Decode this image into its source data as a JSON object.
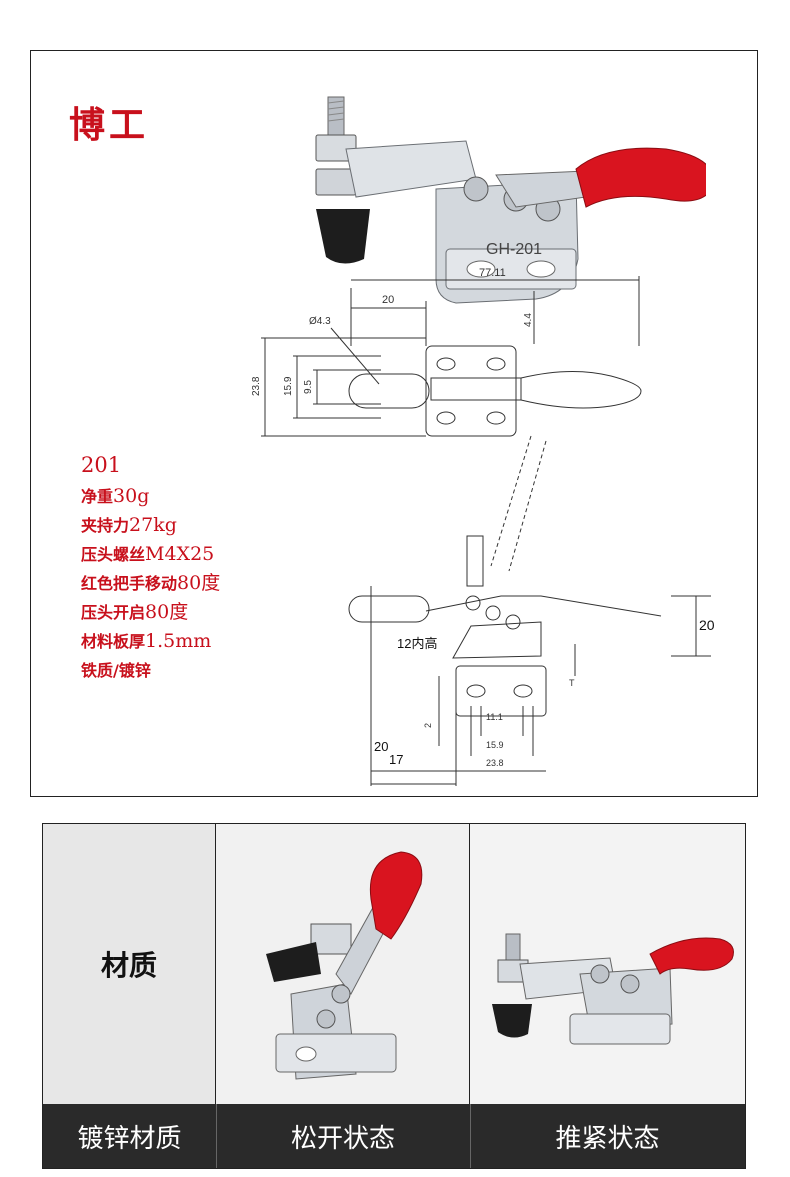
{
  "brand": "博工",
  "specs": {
    "model": "201",
    "weight_label": "净重",
    "weight_value": "30g",
    "force_label": "夹持力",
    "force_value": "27kg",
    "screw_label": "压头螺丝",
    "screw_value": "M4X25",
    "handle_label": "红色把手移动",
    "handle_value": "80度",
    "open_label": "压头开启",
    "open_value": "80度",
    "thickness_label": "材料板厚",
    "thickness_value": "1.5mm",
    "finish": "铁质/镀锌"
  },
  "product_marking": "GH-201",
  "drawing": {
    "top_overall": "77.11",
    "top_20": "20",
    "top_44": "4.4",
    "hole": "Ø4.3",
    "h_238": "23.8",
    "h_159": "15.9",
    "h_95": "9.5",
    "side_20": "20",
    "side_12": "12内高",
    "side_T": "T",
    "bot_2": "2",
    "bot_111": "11.1",
    "bot_159": "15.9",
    "bot_17": "17",
    "bot_238": "23.8",
    "bot_20": "20"
  },
  "panels": {
    "label_cell": "材质",
    "captions": [
      "镀锌材质",
      "松开状态",
      "推紧状态"
    ]
  },
  "colors": {
    "brand_red": "#c8101c",
    "handle_red": "#d9141f",
    "steel": "#c9ced4",
    "caption_bar": "#2a2a2a"
  }
}
